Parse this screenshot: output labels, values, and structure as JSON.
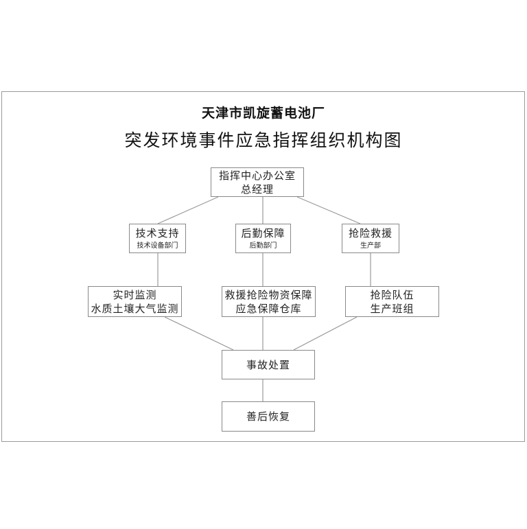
{
  "company": "天津市凯旋蓄电池厂",
  "title": "突发环境事件应急指挥组织机构图",
  "nodes": {
    "command": {
      "line1": "指挥中心办公室",
      "line2": "总经理"
    },
    "tech": {
      "line1": "技术支持",
      "sub": "技术设备部门"
    },
    "logistics": {
      "line1": "后勤保障",
      "sub": "后勤部门"
    },
    "rescue": {
      "line1": "抢险救援",
      "sub": "生产部"
    },
    "monitor": {
      "line1": "实时监测",
      "line2": "水质土壤大气监测"
    },
    "supplies": {
      "line1": "救援抢险物资保障",
      "line2": "应急保障仓库"
    },
    "team": {
      "line1": "抢险队伍",
      "line2": "生产班组"
    },
    "accident": {
      "line1": "事故处置"
    },
    "recovery": {
      "line1": "善后恢复"
    }
  }
}
